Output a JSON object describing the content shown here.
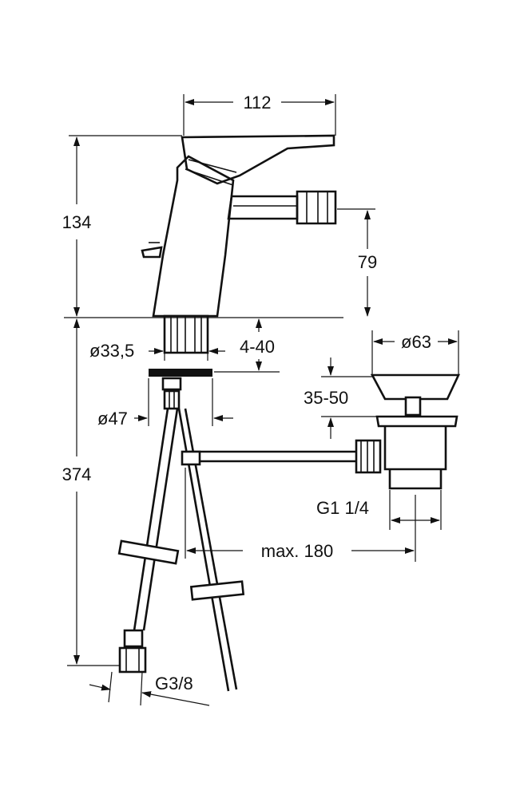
{
  "dimensions": {
    "width_top": "112",
    "height_body": "134",
    "spout_height": "79",
    "stem_diameter": "ø33,5",
    "deck_thickness": "4-40",
    "waste_diameter": "ø63",
    "waste_height": "35-50",
    "base_diameter": "ø47",
    "overall_height": "374",
    "waste_thread": "G1 1/4",
    "max_reach": "max. 180",
    "hose_thread": "G3/8"
  },
  "colors": {
    "line": "#111111",
    "background": "#ffffff"
  }
}
